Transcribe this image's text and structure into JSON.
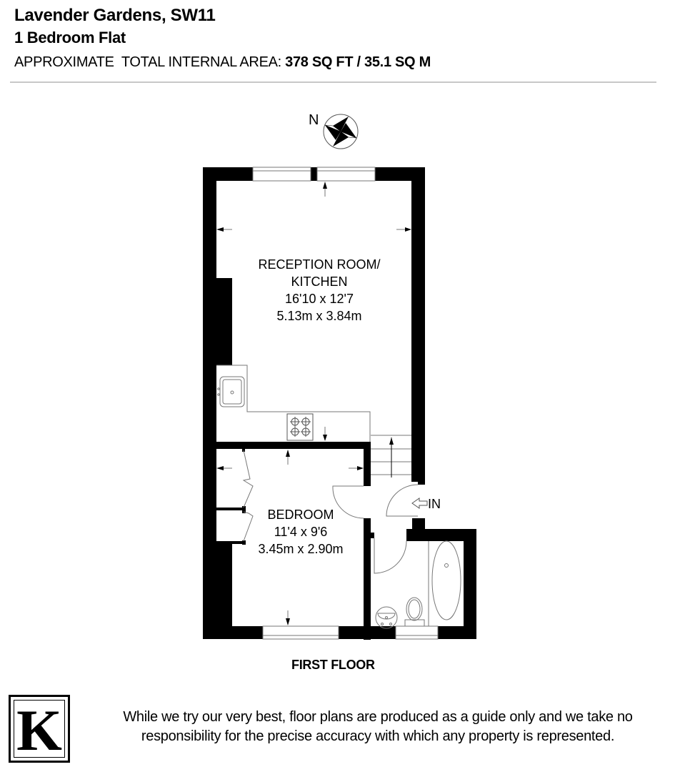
{
  "header": {
    "title": "Lavender Gardens, SW11",
    "subtitle": "1 Bedroom Flat",
    "area_label": "APPROXIMATE  TOTAL INTERNAL AREA: ",
    "area_value": "378 SQ FT / 35.1 SQ M"
  },
  "compass": {
    "label": "N"
  },
  "rooms": [
    {
      "name_line1": "RECEPTION ROOM/",
      "name_line2": "KITCHEN",
      "imperial": "16'10 x 12'7",
      "metric": "5.13m x 3.84m"
    },
    {
      "name_line1": "BEDROOM",
      "imperial": "11'4 x 9'6",
      "metric": "3.45m x 2.90m"
    }
  ],
  "entrance": {
    "label": "IN"
  },
  "floor": {
    "label": "FIRST FLOOR"
  },
  "logo": {
    "letter": "K"
  },
  "disclaimer": {
    "line1": "While we try our very best, floor plans are produced as a guide only and we take no",
    "line2": "responsibility for the precise accuracy with which any property is represented."
  },
  "colors": {
    "wall": "#000000",
    "fixture_line": "#555555",
    "rule": "#c8c8c8"
  }
}
